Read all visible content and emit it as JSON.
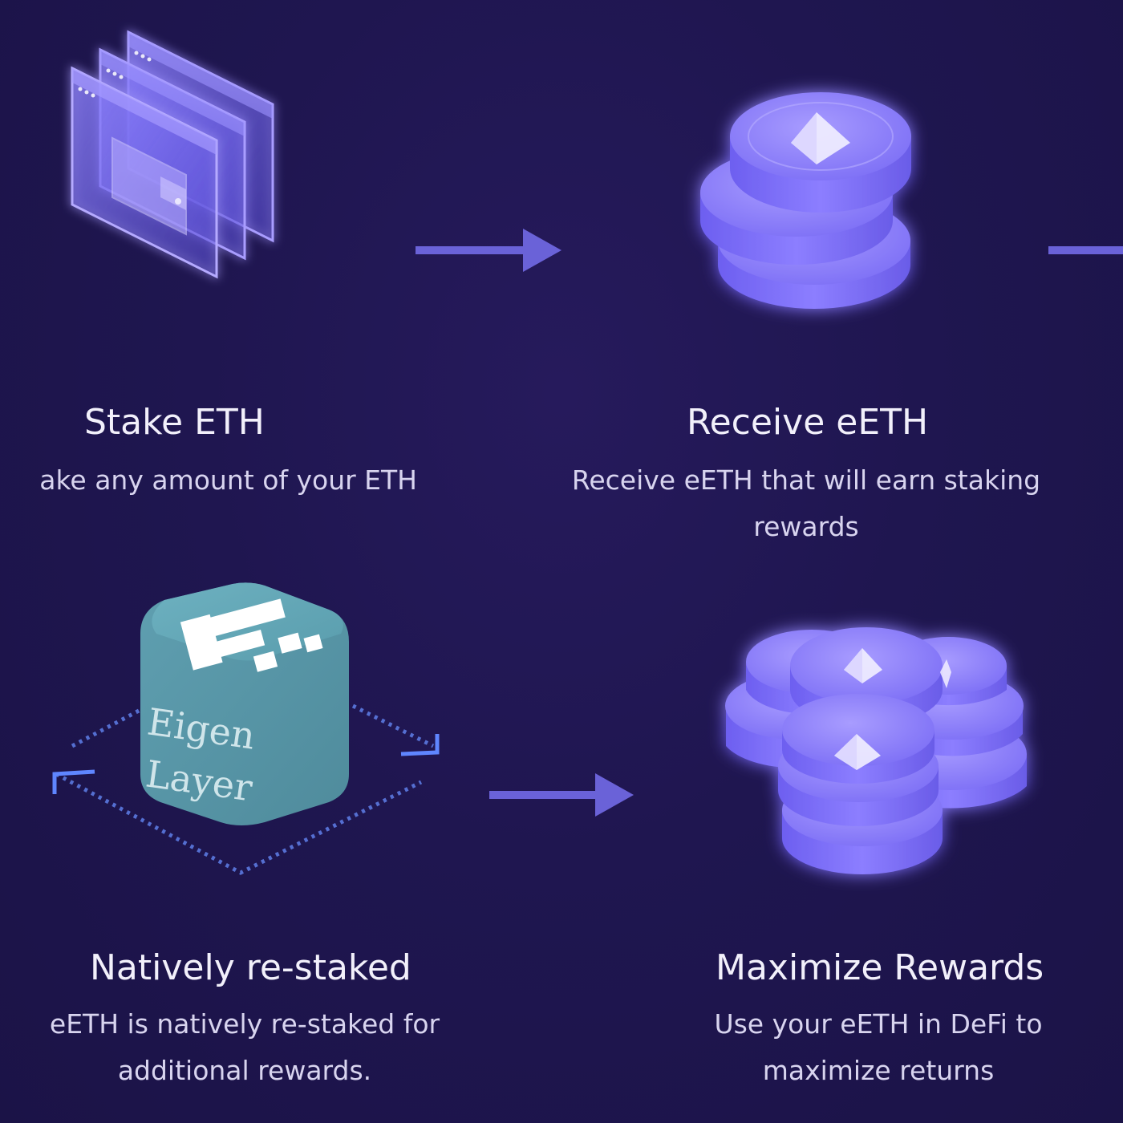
{
  "steps": [
    {
      "id": "stake",
      "title": "Stake ETH",
      "description": [
        "ake any amount of your ETH"
      ],
      "icon": "wallet-windows-icon"
    },
    {
      "id": "receive",
      "title": "Receive eETH",
      "description": [
        "Receive eETH that will earn staking",
        "rewards"
      ],
      "icon": "eeth-coin-stack-icon"
    },
    {
      "id": "restake",
      "title": "Natively re-staked",
      "description": [
        "eETH is natively re-staked for",
        "additional rewards."
      ],
      "icon": "eigenlayer-cube-icon",
      "logo_text": [
        "Eigen",
        "Layer"
      ]
    },
    {
      "id": "maximize",
      "title": "Maximize Rewards",
      "description": [
        "Use your eETH in DeFi to",
        "maximize returns"
      ],
      "icon": "coin-piles-icon"
    }
  ],
  "colors": {
    "background": "#1f1650",
    "arrow": "#6a62d8",
    "accent": "#8f7dff",
    "cube": "#5a9aaa"
  }
}
